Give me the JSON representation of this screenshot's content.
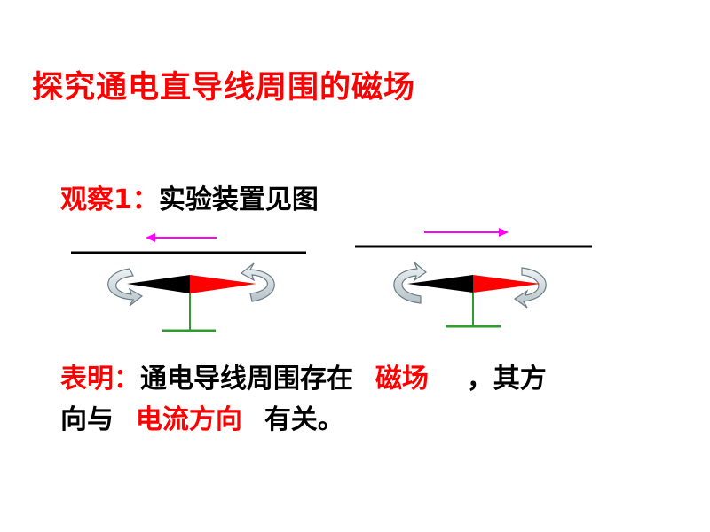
{
  "slide": {
    "title": "探究通电直导线周围的磁场",
    "observation": {
      "label": "观察1：",
      "text": "实验装置见图"
    },
    "conclusion": {
      "label": "表明：",
      "text_before": "通电导线周围存在",
      "answer_1": "磁场",
      "text_middle": "，其方",
      "text_line2_start": "向与",
      "answer_2": "电流方向",
      "text_end": "有关。"
    }
  },
  "colors": {
    "accent": "#ff0000",
    "current_arrow": "#ff00ff",
    "stand": "#339933",
    "rotation_arrow": "#c9d3d8"
  },
  "icons": {
    "current_arrow_left": "arrow-left",
    "current_arrow_right": "arrow-right",
    "rotation_arrow": "curved-arrow",
    "compass_needle": "compass-needle"
  }
}
